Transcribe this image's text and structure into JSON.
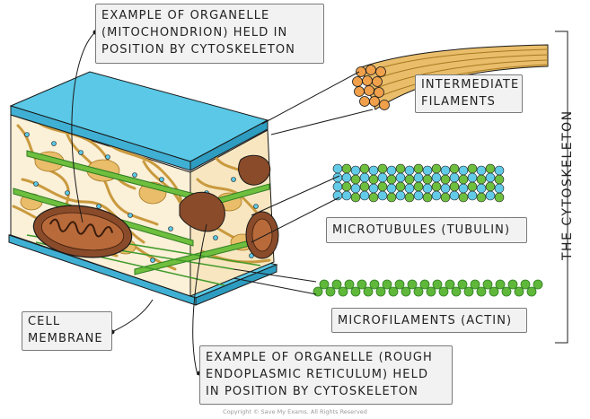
{
  "labels": {
    "mitochondrion": [
      "EXAMPLE OF ORGANELLE",
      "(MITOCHONDRION) HELD IN",
      "POSITION BY CYTOSKELETON"
    ],
    "intermediate_filaments": [
      "INTERMEDIATE",
      "FILAMENTS"
    ],
    "microtubules": "MICROTUBULES (TUBULIN)",
    "microfilaments": "MICROFILAMENTS (ACTIN)",
    "cell_membrane": [
      "CELL",
      "MEMBRANE"
    ],
    "rough_er": [
      "EXAMPLE OF ORGANELLE (ROUGH",
      "ENDOPLASMIC RETICULUM) HELD",
      "IN POSITION BY CYTOSKELETON"
    ],
    "title": "THE CYTOSKELETON"
  },
  "copyright": "Copyright © Save My Exams. All Rights Reserved",
  "colors": {
    "membrane": "#5ac8e6",
    "membrane_light": "#8fdcf0",
    "intermediate_filament": "#e9bd6a",
    "filament_dots": "#f0a04b",
    "microtubule_blue": "#63cbe8",
    "microtubule_green": "#6fbf3f",
    "actin": "#5fb83a",
    "mitochondrion": "#8a4b2a",
    "outline": "#1a1a1a"
  },
  "icons": [
    "cytoskeleton-block",
    "mitochondrion",
    "rough-er",
    "filament-bundle",
    "microtubule",
    "actin-chain",
    "bracket"
  ]
}
